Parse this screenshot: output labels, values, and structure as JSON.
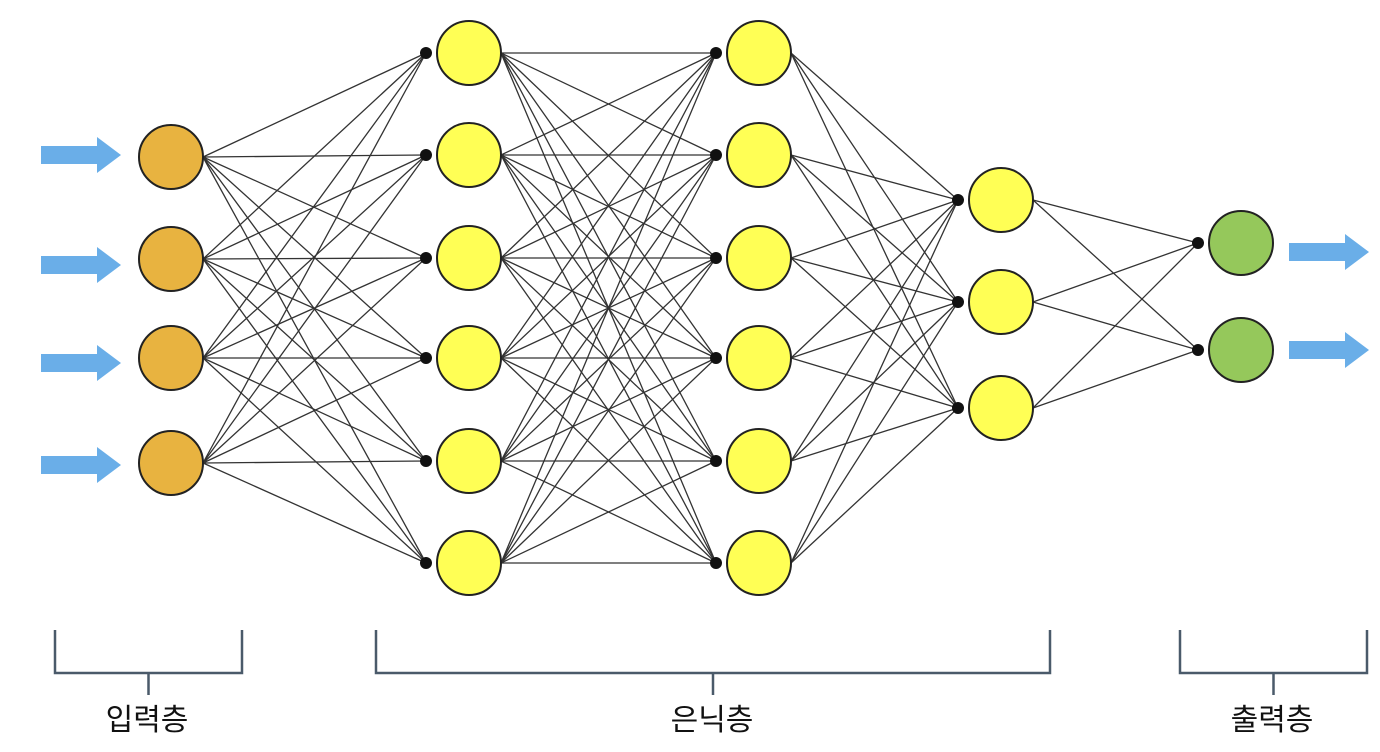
{
  "labels": {
    "input": "입력층",
    "hidden": "은닉층",
    "output": "출력층"
  },
  "layers": {
    "input": {
      "neurons": 4
    },
    "hidden_1": {
      "neurons": 6
    },
    "hidden_2": {
      "neurons": 6
    },
    "hidden_3": {
      "neurons": 3
    },
    "output": {
      "neurons": 2
    }
  },
  "colors": {
    "input_fill": "#e8b340",
    "hidden_fill": "#ffff55",
    "output_fill": "#95c85b",
    "node_stroke": "#222222",
    "edge": "#333333",
    "arrow": "#6aaee8",
    "bracket": "#4a5a6a"
  },
  "arrows": {
    "incoming_icon": "arrow-right-icon",
    "outgoing_icon": "arrow-right-icon"
  }
}
